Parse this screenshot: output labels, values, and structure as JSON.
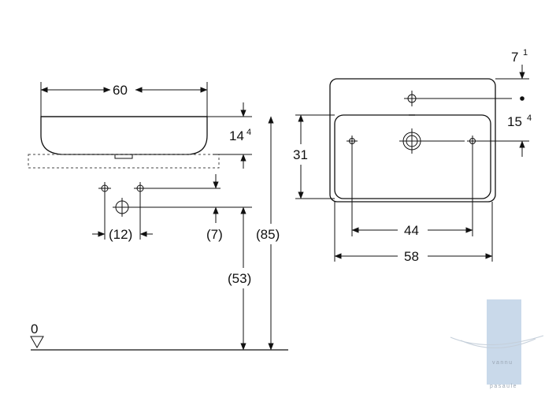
{
  "side_view": {
    "width_dim": "60",
    "rim_height": {
      "value": "14",
      "sup": "4"
    },
    "tap_spacing": "(12)",
    "waste_offset": "(7)",
    "waste_height": "(53)",
    "overall_height": "(85)",
    "floor_level": "0"
  },
  "top_view": {
    "back_offset": {
      "value": "7",
      "sup": "1"
    },
    "tap_offset": {
      "value": "15",
      "sup": "4"
    },
    "bowl_depth": "31",
    "hole_spacing": "44",
    "overall_width": "58"
  },
  "watermark": {
    "line1": "vannu",
    "line2": "pasaule",
    "color": "#c9d9ea"
  }
}
